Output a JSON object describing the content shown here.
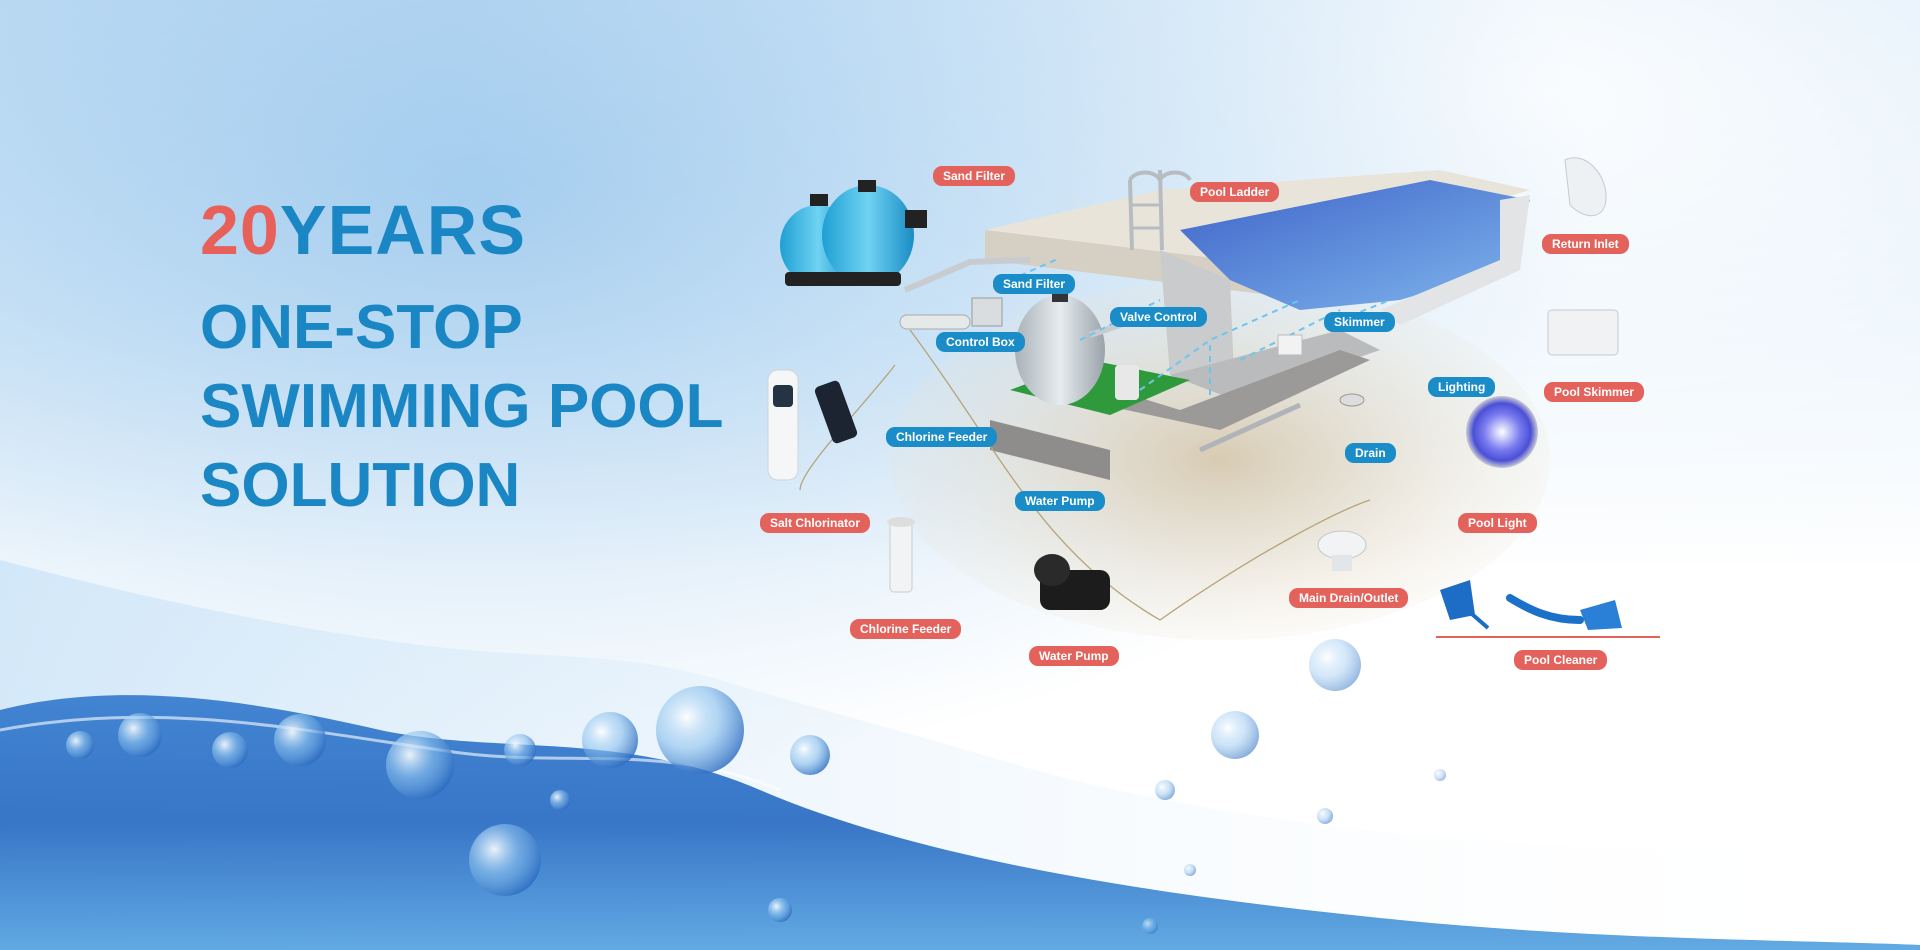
{
  "headline": {
    "years_number": "20",
    "years_word": "YEARS",
    "line1": "ONE-STOP",
    "line2": "SWIMMING POOL",
    "line3": "SOLUTION"
  },
  "product_labels": {
    "sand_filter": "Sand Filter",
    "pool_ladder": "Pool Ladder",
    "return_inlet": "Return Inlet",
    "pool_skimmer": "Pool Skimmer",
    "pool_light": "Pool Light",
    "salt_chlorinator": "Salt Chlorinator",
    "chlorine_feeder": "Chlorine Feeder",
    "water_pump": "Water Pump",
    "main_drain": "Main Drain/Outlet",
    "pool_cleaner": "Pool Cleaner"
  },
  "diagram_labels": {
    "sand_filter": "Sand Filter",
    "control_box": "Control Box",
    "valve_control": "Valve Control",
    "skimmer": "Skimmer",
    "lighting": "Lighting",
    "chlorine_feeder": "Chlorine Feeder",
    "drain": "Drain",
    "water_pump": "Water Pump"
  },
  "colors": {
    "accent_red": "#e4625c",
    "brand_blue": "#1a86c3",
    "label_blue": "#1a8dc9"
  }
}
